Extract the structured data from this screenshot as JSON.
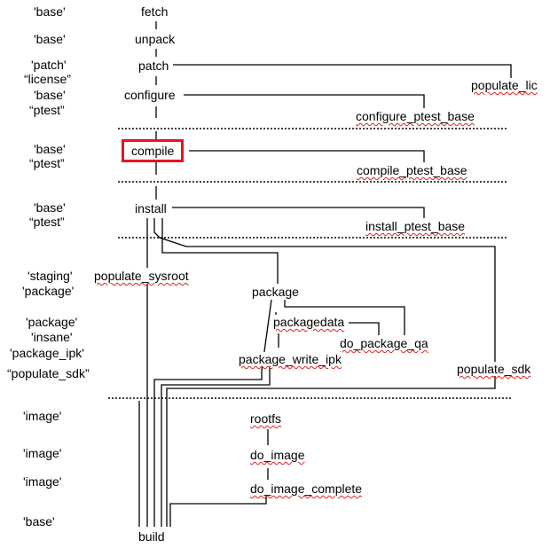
{
  "diagram": {
    "highlight_color": "#e8141d",
    "edge_color": "#000000",
    "left_labels": [
      "'base'",
      "'base'",
      "'patch'",
      "“license”",
      "'base'",
      "“ptest”",
      "'base'",
      "“ptest”",
      "'base'",
      "“ptest”",
      "'staging'",
      "'package'",
      "'package'",
      "'insane'",
      "'package_ipk'",
      "“populate_sdk”",
      "'image'",
      "'image'",
      "'image'",
      "'base'"
    ],
    "tasks": {
      "fetch": "fetch",
      "unpack": "unpack",
      "patch": "patch",
      "populate_lic": "populate_lic",
      "configure": "configure",
      "configure_ptest_base": "configure_ptest_base",
      "compile": "compile",
      "compile_ptest_base": "compile_ptest_base",
      "install": "install",
      "install_ptest_base": "install_ptest_base",
      "populate_sysroot": "populate_sysroot",
      "package": "package",
      "packagedata": "packagedata",
      "do_package_qa": "do_package_qa",
      "package_write_ipk": "package_write_ipk",
      "populate_sdk": "populate_sdk",
      "rootfs": "rootfs",
      "do_image": "do_image",
      "do_image_complete": "do_image_complete",
      "build": "build"
    }
  }
}
